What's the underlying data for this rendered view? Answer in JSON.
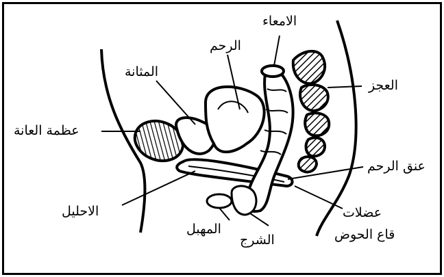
{
  "labels": {
    "intestines": "الامعاء",
    "uterus": "الرحم",
    "bladder": "المثانة",
    "sacrum": "العجز",
    "pubic_bone": "عظمة العانة",
    "cervix": "عنق الرحم",
    "urethra": "الاحليل",
    "pelvic_floor_line1": "عضلات",
    "pelvic_floor_line2": "قاع الحوض",
    "vagina": "المهبل",
    "anus": "الشرج"
  },
  "colors": {
    "ink": "#000000",
    "paper": "#ffffff"
  }
}
